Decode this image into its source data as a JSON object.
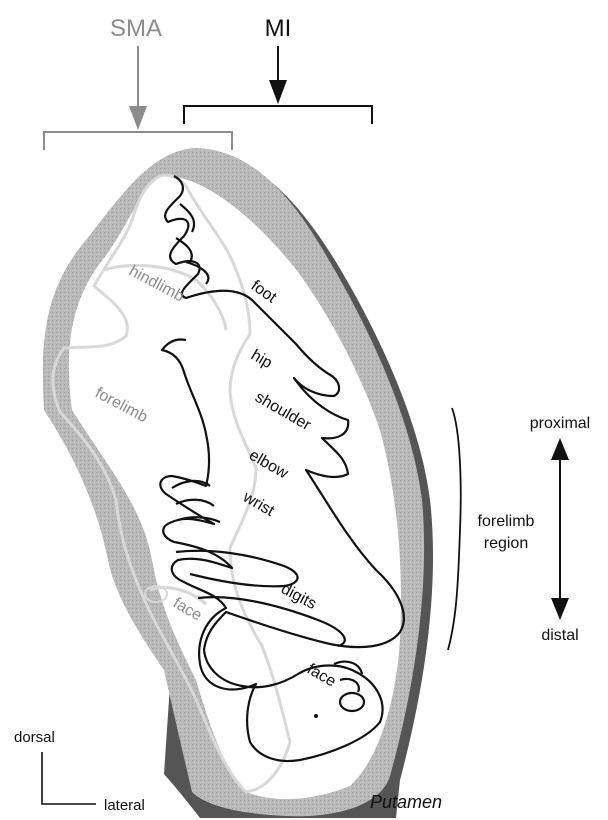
{
  "headers": {
    "sma": "SMA",
    "mi": "MI"
  },
  "sma_areas": {
    "hindlimb": "hindlimb",
    "forelimb": "forelimb",
    "face": "face"
  },
  "mi_areas": {
    "foot": "foot",
    "hip": "hip",
    "shoulder": "shoulder",
    "elbow": "elbow",
    "wrist": "wrist",
    "digits": "digits",
    "face": "face"
  },
  "region": {
    "line1": "forelimb",
    "line2": "region"
  },
  "gradient": {
    "top": "proximal",
    "bottom": "distal"
  },
  "orientation": {
    "vertical": "dorsal",
    "horizontal": "lateral"
  },
  "structure": "Putamen",
  "colors": {
    "sma": "#8c8c8c",
    "mi": "#111111",
    "putamen_fill": "#b4b4b4",
    "putamen_shadow": "#555555",
    "sma_outline": "#dcdcdc"
  }
}
